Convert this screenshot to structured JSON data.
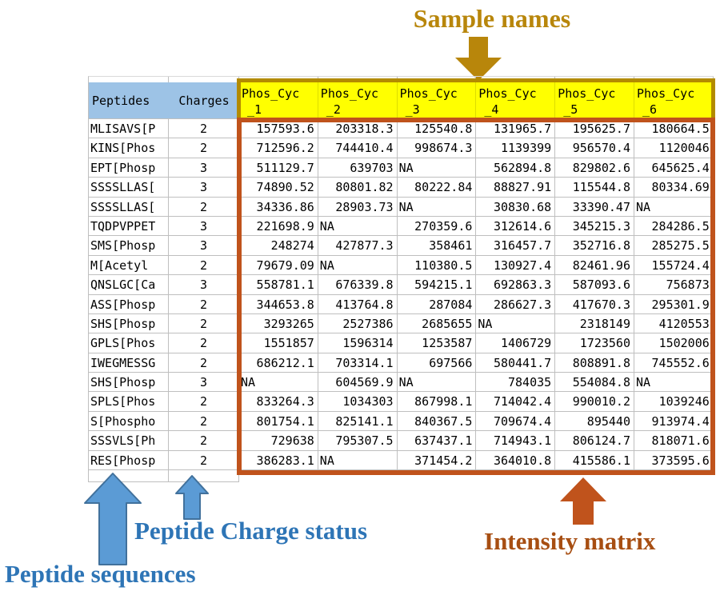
{
  "annotations": {
    "sample_names_label": "Sample names",
    "peptide_sequences_label": "Peptide sequences",
    "peptide_charge_status_label": "Peptide Charge status",
    "intensity_matrix_label": "Intensity matrix"
  },
  "colors": {
    "sample_names_gold": "#B8860B",
    "gold_box_border": "#B38B00",
    "header_yellow": "#FFFF00",
    "header_blue": "#9DC3E6",
    "intensity_box_orange": "#C0531C",
    "intensity_text_orange": "#A74E12",
    "blue_arrow_fill": "#5B9BD5",
    "blue_arrow_stroke": "#41719C",
    "blue_text": "#2E75B6",
    "gridline_gray": "#BFBFBF"
  },
  "table": {
    "corner_headers": [
      "Peptides",
      "Charges"
    ],
    "sample_headers": [
      {
        "line1": "Phos_Cyc",
        "line2": "_1"
      },
      {
        "line1": "Phos_Cyc",
        "line2": "_2"
      },
      {
        "line1": "Phos_Cyc",
        "line2": "_3"
      },
      {
        "line1": "Phos_Cyc",
        "line2": "_4"
      },
      {
        "line1": "Phos_Cyc",
        "line2": "_5"
      },
      {
        "line1": "Phos_Cyc",
        "line2": "_6"
      }
    ],
    "rows": [
      {
        "peptide": "MLISAVS[P",
        "charge": "2",
        "values": [
          "157593.6",
          "203318.3",
          "125540.8",
          "131965.7",
          "195625.7",
          "180664.5"
        ]
      },
      {
        "peptide": "KINS[Phos",
        "charge": "2",
        "values": [
          "712596.2",
          "744410.4",
          "998674.3",
          "1139399",
          "956570.4",
          "1120046"
        ]
      },
      {
        "peptide": "EPT[Phosp",
        "charge": "3",
        "values": [
          "511129.7",
          "639703",
          "NA",
          "562894.8",
          "829802.6",
          "645625.4"
        ]
      },
      {
        "peptide": "SSSSLLAS[",
        "charge": "3",
        "values": [
          "74890.52",
          "80801.82",
          "80222.84",
          "88827.91",
          "115544.8",
          "80334.69"
        ]
      },
      {
        "peptide": "SSSSLLAS[",
        "charge": "2",
        "values": [
          "34336.86",
          "28903.73",
          "NA",
          "30830.68",
          "33390.47",
          "NA"
        ]
      },
      {
        "peptide": "TQDPVPPET",
        "charge": "3",
        "values": [
          "221698.9",
          "NA",
          "270359.6",
          "312614.6",
          "345215.3",
          "284286.5"
        ]
      },
      {
        "peptide": "SMS[Phosp",
        "charge": "3",
        "values": [
          "248274",
          "427877.3",
          "358461",
          "316457.7",
          "352716.8",
          "285275.5"
        ]
      },
      {
        "peptide": "M[Acetyl",
        "charge": "2",
        "values": [
          "79679.09",
          "NA",
          "110380.5",
          "130927.4",
          "82461.96",
          "155724.4"
        ]
      },
      {
        "peptide": "QNSLGC[Ca",
        "charge": "3",
        "values": [
          "558781.1",
          "676339.8",
          "594215.1",
          "692863.3",
          "587093.6",
          "756873"
        ]
      },
      {
        "peptide": "ASS[Phosp",
        "charge": "2",
        "values": [
          "344653.8",
          "413764.8",
          "287084",
          "286627.3",
          "417670.3",
          "295301.9"
        ]
      },
      {
        "peptide": "SHS[Phosp",
        "charge": "2",
        "values": [
          "3293265",
          "2527386",
          "2685655",
          "NA",
          "2318149",
          "4120553"
        ]
      },
      {
        "peptide": "GPLS[Phos",
        "charge": "2",
        "values": [
          "1551857",
          "1596314",
          "1253587",
          "1406729",
          "1723560",
          "1502006"
        ]
      },
      {
        "peptide": "IWEGMESSG",
        "charge": "2",
        "values": [
          "686212.1",
          "703314.1",
          "697566",
          "580441.7",
          "808891.8",
          "745552.6"
        ]
      },
      {
        "peptide": "SHS[Phosp",
        "charge": "3",
        "values": [
          "NA",
          "604569.9",
          "NA",
          "784035",
          "554084.8",
          "NA"
        ]
      },
      {
        "peptide": "SPLS[Phos",
        "charge": "2",
        "values": [
          "833264.3",
          "1034303",
          "867998.1",
          "714042.4",
          "990010.2",
          "1039246"
        ]
      },
      {
        "peptide": "S[Phospho",
        "charge": "2",
        "values": [
          "801754.1",
          "825141.1",
          "840367.5",
          "709674.4",
          "895440",
          "913974.4"
        ]
      },
      {
        "peptide": "SSSVLS[Ph",
        "charge": "2",
        "values": [
          "729638",
          "795307.5",
          "637437.1",
          "714943.1",
          "806124.7",
          "818071.6"
        ]
      },
      {
        "peptide": "RES[Phosp",
        "charge": "2",
        "values": [
          "386283.1",
          "NA",
          "371454.2",
          "364010.8",
          "415586.1",
          "373595.6"
        ]
      }
    ]
  }
}
